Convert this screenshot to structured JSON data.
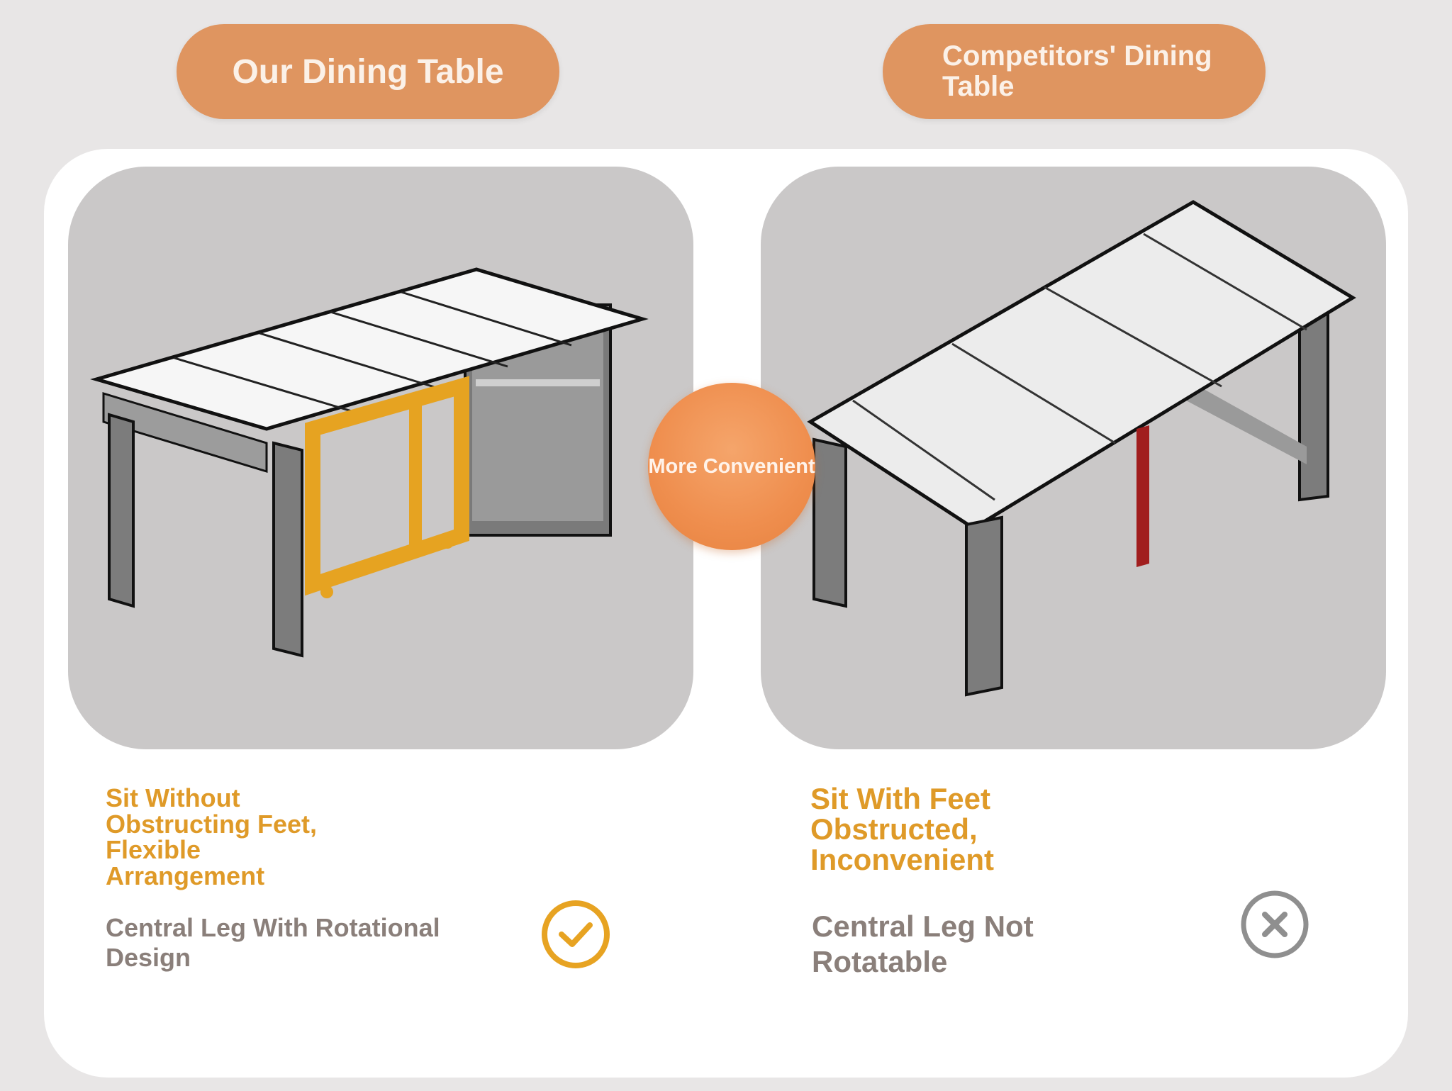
{
  "headers": {
    "left_title": "Our Dining Table",
    "right_title": "Competitors' Dining Table"
  },
  "badge": {
    "label": "More Convenient"
  },
  "left": {
    "benefit": "Sit Without Obstructing Feet, Flexible Arrangement",
    "feature": "Central Leg With Rotational Design",
    "status_icon": "check-circle-icon"
  },
  "right": {
    "benefit": "Sit With Feet Obstructed, Inconvenient",
    "feature": "Central Leg Not Rotatable",
    "status_icon": "x-circle-icon"
  },
  "colors": {
    "accent_orange": "#df9560",
    "text_orange": "#df9a28",
    "text_gray": "#8a7f7a",
    "check_color": "#e7a322",
    "cross_color": "#8f8f8f"
  }
}
